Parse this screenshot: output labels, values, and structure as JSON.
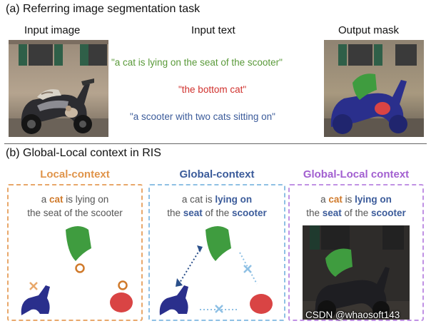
{
  "section_a": {
    "title": "(a) Referring image segmentation task",
    "input_image_label": "Input image",
    "input_text_label": "Input text",
    "output_mask_label": "Output mask",
    "queries": [
      {
        "text": "\"a cat is lying on  the seat of the scooter\"",
        "color": "#5a9a3a"
      },
      {
        "text": "\"the bottom cat\"",
        "color": "#d0312d"
      },
      {
        "text": "\"a scooter with two cats sitting on\"",
        "color": "#3b5b9a"
      }
    ]
  },
  "section_b": {
    "title": "(b) Global-Local context in RIS",
    "panels": [
      {
        "title": "Local-context",
        "color": "#e0944a",
        "line1": [
          "a ",
          "cat",
          " is lying on"
        ],
        "line2": [
          "the seat of the scooter"
        ]
      },
      {
        "title": "Global-context",
        "color": "#3b5b9a",
        "line1": [
          "a cat is ",
          "lying on"
        ],
        "line2": [
          "the ",
          "seat",
          " of the ",
          "scooter"
        ]
      },
      {
        "title": "Global-Local context",
        "color": "#a25fd0",
        "line1": [
          "a ",
          "cat",
          " is ",
          "lying on"
        ],
        "line2": [
          "the ",
          "seat",
          " of the ",
          "scooter"
        ]
      }
    ]
  },
  "colors": {
    "mask_green": "#3f9c3f",
    "mask_red": "#d94444",
    "mask_blue": "#2a2f8c",
    "orange": "#d07a2b",
    "light_blue": "#7fb4dd"
  },
  "watermark": "CSDN @whaosoft143"
}
